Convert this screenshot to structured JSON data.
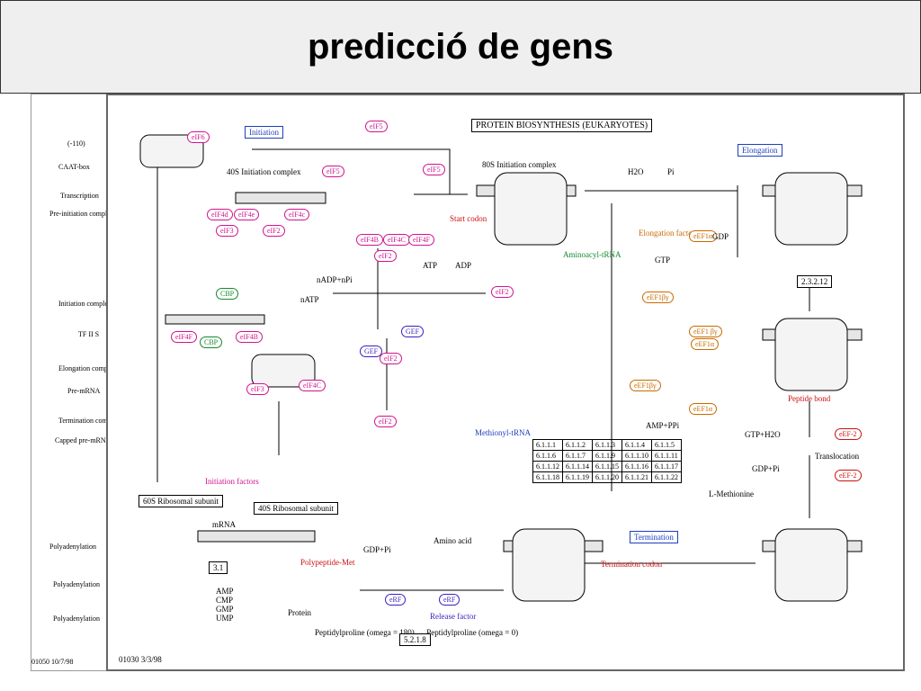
{
  "slide": {
    "title": "predicció de gens"
  },
  "diagram": {
    "header": "PROTEIN BIOSYNTHESIS (EUKARYOTES)",
    "stages": {
      "initiation": "Initiation",
      "elongation": "Elongation",
      "termination": "Termination"
    },
    "labels": {
      "complex_40s": "40S Initiation complex",
      "complex_80s": "80S Initiation complex",
      "start_codon": "Start codon",
      "elongation_factors": "Elongation factors",
      "aminoacyl_trna": "Aminoacyl-tRNA",
      "peptide_bond": "Peptide bond",
      "translocation": "Translocation",
      "termination_codon": "Termination codon",
      "release_factor": "Release factor",
      "initiation_factors": "Initiation factors",
      "methionyl_trna": "Methionyl-tRNA",
      "l_methionine": "L-Methionine",
      "amp_ppi": "AMP+PPi",
      "amino_acid": "Amino acid",
      "polypeptide_met": "Polypeptide-Met",
      "protein": "Protein",
      "ribosomal_60s": "60S Ribosomal subunit",
      "ribosomal_40s": "40S Ribosomal subunit",
      "mrna": "mRNA",
      "peptidylprolines": "Peptidylproline (omega = 180) → Peptidylproline (omega = 0)",
      "enzyme_2312": "2.3.2.12",
      "enzyme_31": "3.1",
      "enzyme_5216": "5.2.1.8",
      "footer_left": "01050 10/7/98",
      "footer_main": "01030 3/3/98"
    },
    "factors": [
      "eIF6",
      "eIF5",
      "eIF5",
      "eIF5",
      "eIF4d",
      "eIF4c",
      "eIF4e",
      "eIF2",
      "eIF3",
      "eIF4B",
      "eIF4C",
      "eIF4F",
      "eIF2",
      "GEF",
      "GEF",
      "eIF2",
      "eIF2",
      "eRF",
      "eRF",
      "CBP",
      "CBP",
      "eIF4B",
      "eIF4F",
      "eIF3",
      "eIF4C",
      "eIF2"
    ],
    "elongation_factors": [
      "eEF1α",
      "eEF1βγ",
      "eEF1 βγ",
      "eEF1α",
      "eEF1βγ",
      "eEF1α"
    ],
    "translocation_factors": [
      "eEF-2",
      "eEF-2"
    ],
    "metabolites": [
      "H2O",
      "Pi",
      "GDP",
      "GTP",
      "ATP",
      "ADP",
      "nADP+nPi",
      "nATP",
      "GDP+Pi",
      "GTP+H2O",
      "GDP+Pi"
    ],
    "enzyme_grid": [
      [
        "6.1.1.1",
        "6.1.1.2",
        "6.1.1.3",
        "6.1.1.4",
        "6.1.1.5"
      ],
      [
        "6.1.1.6",
        "6.1.1.7",
        "6.1.1.9",
        "6.1.1.10",
        "6.1.1.11"
      ],
      [
        "6.1.1.12",
        "6.1.1.14",
        "6.1.1.15",
        "6.1.1.16",
        "6.1.1.17"
      ],
      [
        "6.1.1.18",
        "6.1.1.19",
        "6.1.1.20",
        "6.1.1.21",
        "6.1.1.22"
      ]
    ],
    "nucleotides": [
      "AMP",
      "CMP",
      "GMP",
      "UMP"
    ]
  },
  "back_panel": {
    "labels": [
      "(-110)",
      "CAAT-box",
      "Transcription",
      "Pre-initiation complex",
      "Initiation complex",
      "TF II S",
      "Elongation complex",
      "Pre-mRNA",
      "Termination complex",
      "Capped pre-mRNA",
      "Polyadenylation",
      "Polyadenylation",
      "Polyadenylation"
    ]
  },
  "colors": {
    "magenta": "#d1148d",
    "blue": "#1f3fbf",
    "green": "#138a2c",
    "orange": "#c96b00",
    "red": "#cc1111"
  }
}
